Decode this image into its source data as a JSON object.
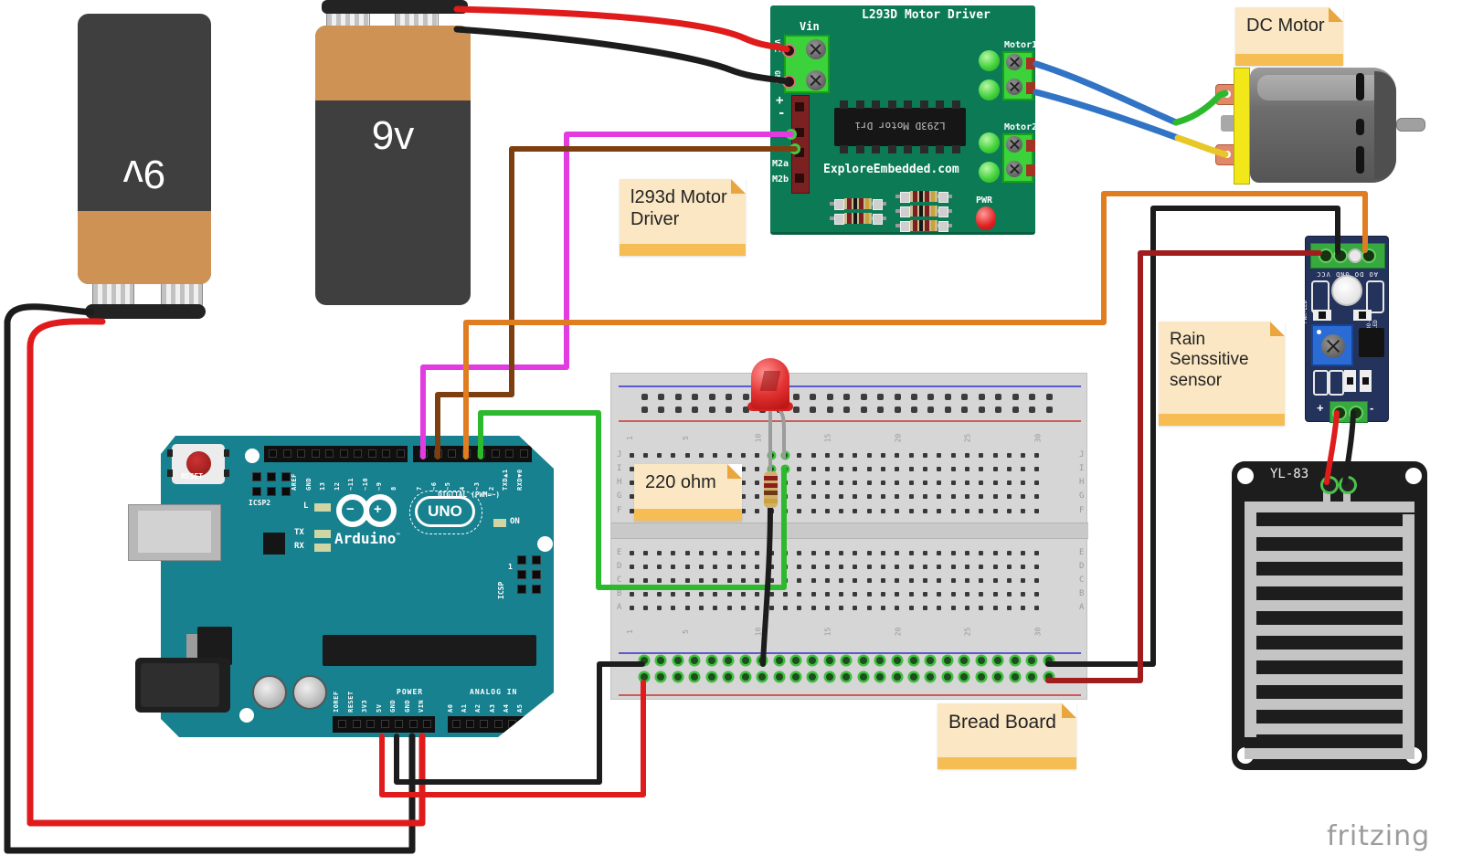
{
  "watermark": "fritzing",
  "notes": {
    "dc_motor": "DC Motor",
    "driver": "l293d Motor Driver",
    "resistor": "220 ohm",
    "rain": "Rain Senssitive sensor",
    "breadboard": "Bread Board"
  },
  "battery": {
    "left": "9v",
    "right": "9v"
  },
  "driver": {
    "title": "L293D Motor Driver",
    "vin": "Vin",
    "vcc": "VCC",
    "gnd": "GND",
    "plus": "+",
    "minus": "-",
    "m2a": "M2a",
    "m2b": "M2b",
    "ic": "L293D Motor Dri",
    "site": "ExploreEmbedded.com",
    "motor1": "Motor1",
    "motor2": "Motor2",
    "pwr": "PWR"
  },
  "arduino": {
    "reset": "RESET",
    "icsp2": "ICSP2",
    "icsp": "ICSP",
    "pin1": "1",
    "digital_caption": "DIGITAL (PWM=~)",
    "brand": "Arduino",
    "tm": "™",
    "model": "UNO",
    "on": "ON",
    "led_l": "L",
    "led_tx": "TX",
    "led_rx": "RX",
    "power_caption": "POWER",
    "analog_caption": "ANALOG IN",
    "digital_left": [
      "AREF",
      "GND",
      "13",
      "12",
      "~11",
      "~10",
      "~9",
      "8"
    ],
    "digital_right": [
      "7",
      "~6",
      "~5",
      "4",
      "~3",
      "2",
      "TXD▲1",
      "RXD▼0"
    ],
    "power_pins": [
      "IOREF",
      "RESET",
      "3V3",
      "5V",
      "GND",
      "GND",
      "VIN"
    ],
    "analog_pins": [
      "A0",
      "A1",
      "A2",
      "A3",
      "A4",
      "A5"
    ]
  },
  "rain_sensor": {
    "pins": "AO DO GND VCC",
    "pwr_led": "PWR-LED",
    "do_led": "DO-LED",
    "plus": "+",
    "minus": "-"
  },
  "yl83": {
    "label": "YL-83"
  },
  "breadboard": {
    "numbers": [
      "1",
      "5",
      "10",
      "15",
      "20",
      "25",
      "30"
    ],
    "letters_top": [
      "J",
      "I",
      "H",
      "G",
      "F"
    ],
    "letters_bottom": [
      "E",
      "D",
      "C",
      "B",
      "A"
    ]
  },
  "colors": {
    "red": "#df1b1b",
    "dark_red": "#a11d1d",
    "black": "#1c1c1c",
    "magenta": "#e23be2",
    "brown": "#7e3f10",
    "orange": "#df7d20",
    "green": "#2db92d",
    "blue": "#3173c4",
    "yellow": "#e8c728",
    "leg_gray": "#9b9b9b"
  }
}
